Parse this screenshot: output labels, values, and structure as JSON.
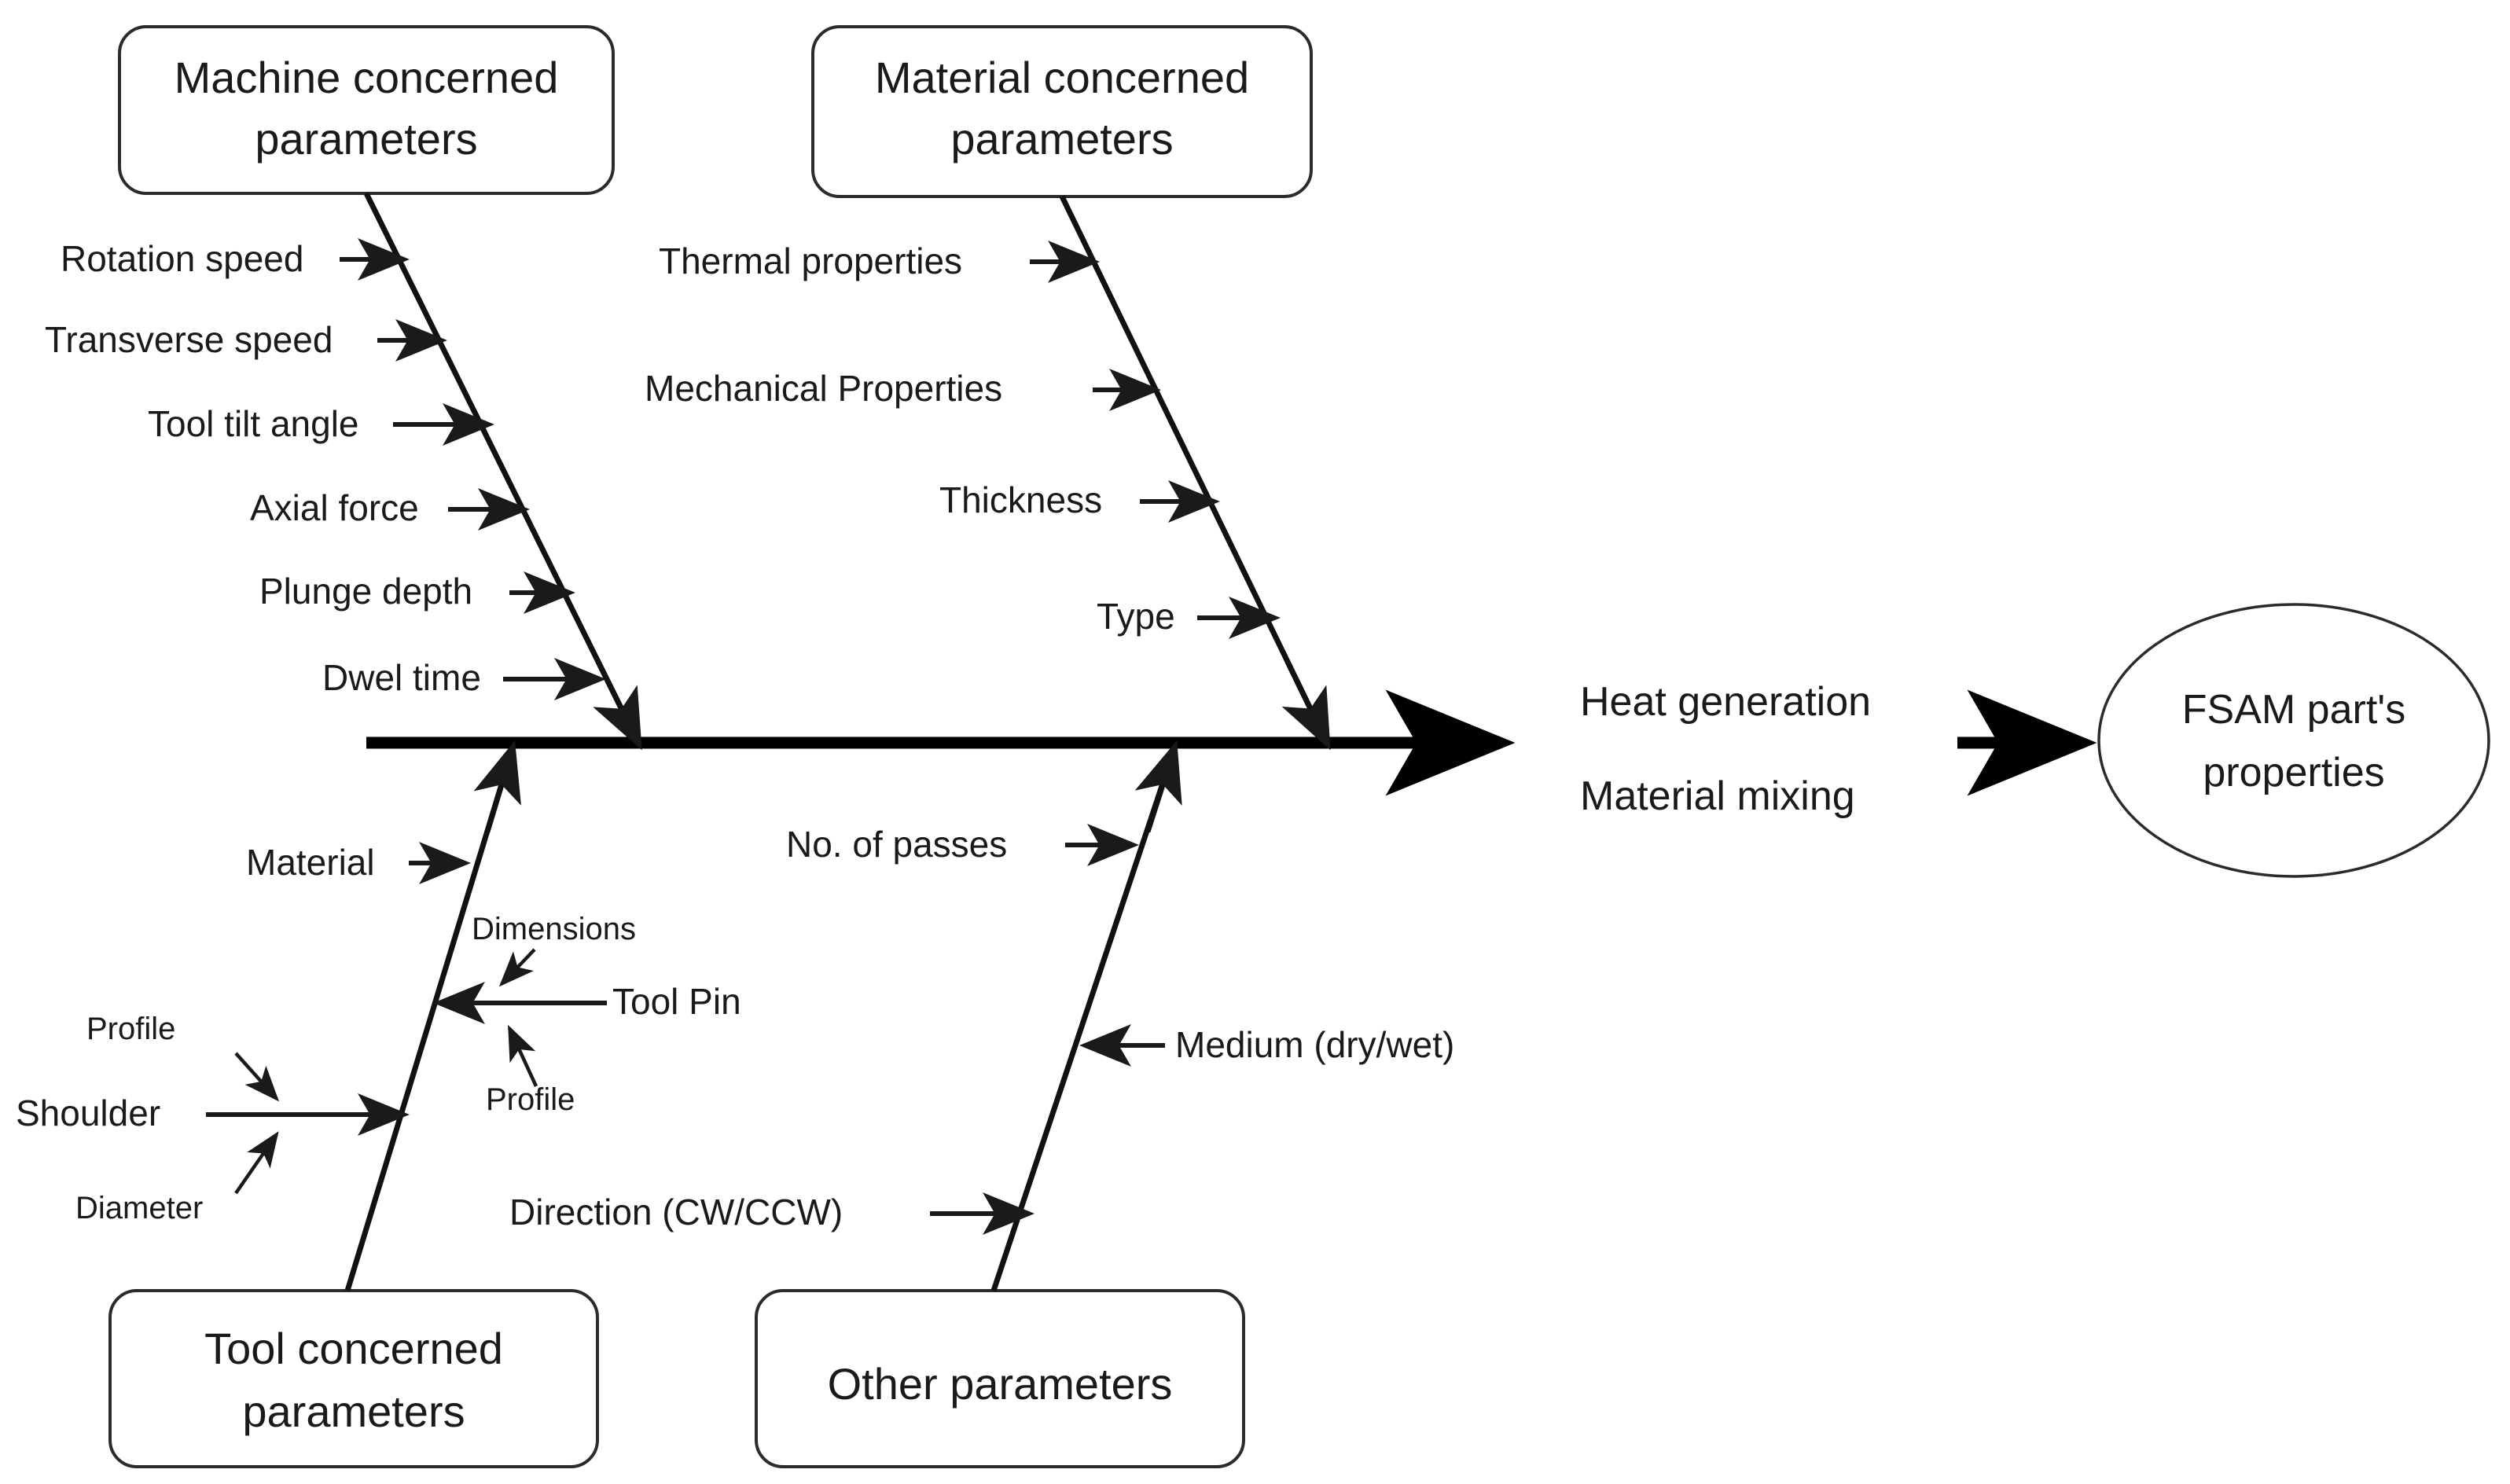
{
  "diagram": {
    "type": "fishbone-ishikawa",
    "title_effect": "FSAM part's properties",
    "mid_effects": [
      "Heat generation",
      "Material mixing"
    ],
    "categories": [
      {
        "id": "machine",
        "label": "Machine concerned parameters",
        "position": "top-left",
        "causes": [
          "Rotation speed",
          "Transverse speed",
          "Tool tilt angle",
          "Axial force",
          "Plunge depth",
          "Dwel time"
        ]
      },
      {
        "id": "material",
        "label": "Material concerned parameters",
        "position": "top-right",
        "causes": [
          "Thermal properties",
          "Mechanical Properties",
          "Thickness",
          "Type"
        ]
      },
      {
        "id": "tool",
        "label": "Tool concerned parameters",
        "position": "bottom-left",
        "causes": [
          "Material",
          "Tool Pin",
          "Shoulder"
        ],
        "sub_causes": [
          {
            "parent": "Tool Pin",
            "label": "Dimensions"
          },
          {
            "parent": "Tool Pin",
            "label": "Profile"
          },
          {
            "parent": "Shoulder",
            "label": "Profile"
          },
          {
            "parent": "Shoulder",
            "label": "Diameter"
          }
        ]
      },
      {
        "id": "other",
        "label": "Other parameters",
        "position": "bottom-right",
        "causes": [
          "No. of passes",
          "Medium (dry/wet)",
          "Direction (CW/CCW)"
        ]
      }
    ]
  },
  "machine_box": {
    "line1": "Machine concerned",
    "line2": "parameters"
  },
  "material_box": {
    "line1": "Material concerned",
    "line2": "parameters"
  },
  "tool_box": {
    "line1": "Tool concerned",
    "line2": "parameters"
  },
  "other_box": {
    "line1": "Other parameters"
  },
  "outcome_box": {
    "line1": "FSAM part's",
    "line2": "properties"
  },
  "mid": {
    "line1": "Heat generation",
    "line2": "Material mixing"
  },
  "machine_causes": {
    "c0": "Rotation speed",
    "c1": "Transverse speed",
    "c2": "Tool tilt angle",
    "c3": "Axial force",
    "c4": "Plunge depth",
    "c5": "Dwel time"
  },
  "material_causes": {
    "c0": "Thermal properties",
    "c1": "Mechanical Properties",
    "c2": "Thickness",
    "c3": "Type"
  },
  "tool_causes": {
    "c0": "Material",
    "c1": "Tool Pin",
    "c2": "Shoulder",
    "s_dimensions": "Dimensions",
    "s_pin_profile": "Profile",
    "s_shoulder_profile": "Profile",
    "s_diameter": "Diameter"
  },
  "other_causes": {
    "c0": "No. of passes",
    "c1": "Medium (dry/wet)",
    "c2": "Direction (CW/CCW)"
  },
  "colors": {
    "ink": "#1a1a1a",
    "spine": "#000000",
    "box_stroke": "#2b2b2b",
    "background": "#ffffff"
  }
}
